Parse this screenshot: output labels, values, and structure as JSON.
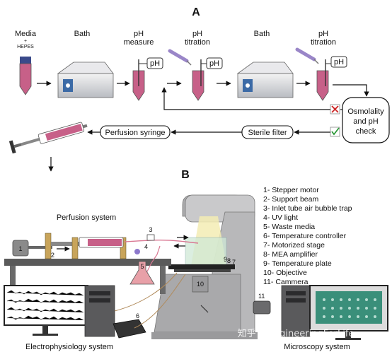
{
  "panel_a": {
    "label": "A",
    "steps": [
      {
        "label_line1": "Media",
        "label_line2": "+",
        "label_line3": "HEPES"
      },
      {
        "label_line1": "Bath"
      },
      {
        "label_line1": "pH",
        "label_line2": "measure"
      },
      {
        "label_line1": "pH",
        "label_line2": "titration"
      },
      {
        "label_line1": "Bath"
      },
      {
        "label_line1": "pH",
        "label_line2": "titration"
      }
    ],
    "ph_tag": "pH",
    "check_box": {
      "line1": "Osmolality",
      "line2": "and pH",
      "line3": "check"
    },
    "sterile_filter": "Sterile filter",
    "perfusion_syringe": "Perfusion syringe",
    "colors": {
      "tube_fill": "#c76088",
      "accent_green": "#2e9a3a",
      "accent_red": "#cc2222"
    }
  },
  "panel_b": {
    "label": "B",
    "perfusion_system": "Perfusion system",
    "electrophysiology_system": "Electrophysiology system",
    "microscopy_system": "Microscopy system",
    "legend": [
      "1- Stepper motor",
      "2- Support beam",
      "3- Inlet tube air bubble trap",
      "4- UV light",
      "5- Waste media",
      "6- Temperature controller",
      "7- Motorized stage",
      "8- MEA amplifier",
      "9- Temperature plate",
      "10- Objective",
      "11- Cammera"
    ],
    "callouts": [
      "1",
      "2",
      "3",
      "4",
      "5",
      "6",
      "7",
      "8",
      "9",
      "10",
      "11"
    ],
    "watermark": "知乎 @EngineeringForLife"
  }
}
